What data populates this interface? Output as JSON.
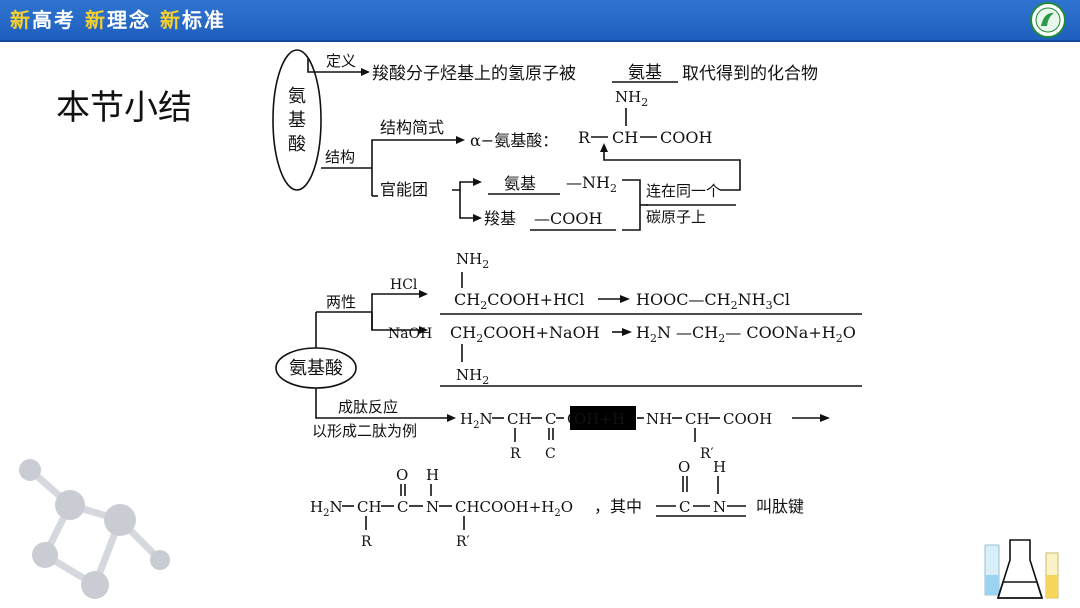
{
  "header": {
    "tag": [
      {
        "x": "新",
        "word": "高考"
      },
      {
        "x": "新",
        "word": "理念"
      },
      {
        "x": "新",
        "word": "标准"
      }
    ],
    "logo_icon": "school-emblem"
  },
  "title": "本节小结",
  "part1": {
    "node": [
      "氨",
      "基",
      "酸"
    ],
    "definition": {
      "label": "定义",
      "text_before": "羧酸分子烃基上的氢原子被",
      "blank": "氨基",
      "text_after": "取代得到的化合物"
    },
    "structure": {
      "label": "结构",
      "formula_label": "结构简式",
      "alpha_label": "α−氨基酸：",
      "formula": {
        "top": "NH2",
        "r": "R",
        "ch": "CH",
        "cooh": "COOH"
      },
      "group_label": "官能团",
      "groups": [
        {
          "name": "氨基",
          "formula": "—NH2"
        },
        {
          "name": "羧基",
          "formula": "—COOH"
        }
      ],
      "note": [
        "连在同一个",
        "碳原子上"
      ]
    }
  },
  "part2": {
    "node": "氨基酸",
    "amphoteric": {
      "label": "两性",
      "hcl": {
        "reagent": "HCl",
        "top_group": "NH2",
        "reactant": "CH2COOH+HCl",
        "product": "HOOC—CH2NH3Cl"
      },
      "naoh": {
        "reagent": "NaOH",
        "reactant": "CH2COOH+NaOH",
        "product": "H2N—CH2—COONa+H2O",
        "bottom_group": "NH2"
      }
    },
    "peptide": {
      "label": [
        "成肽反应",
        "以形成二肽为例"
      ],
      "left_parts": [
        "H2N",
        "CH",
        "C",
        "O",
        "OH+H",
        "NH",
        "CH",
        "COOH"
      ],
      "left_subs": [
        "R",
        "C",
        "R′"
      ],
      "product_parts": [
        "H2N",
        "CH",
        "C",
        "N",
        "CHCOOH+H2O"
      ],
      "product_tops": [
        "O",
        "H"
      ],
      "product_subs": [
        "R",
        "R′"
      ],
      "among": "，其中",
      "bond_tops": [
        "O",
        "H"
      ],
      "bond_parts": [
        "C",
        "N"
      ],
      "bond_name": "叫肽键"
    }
  }
}
